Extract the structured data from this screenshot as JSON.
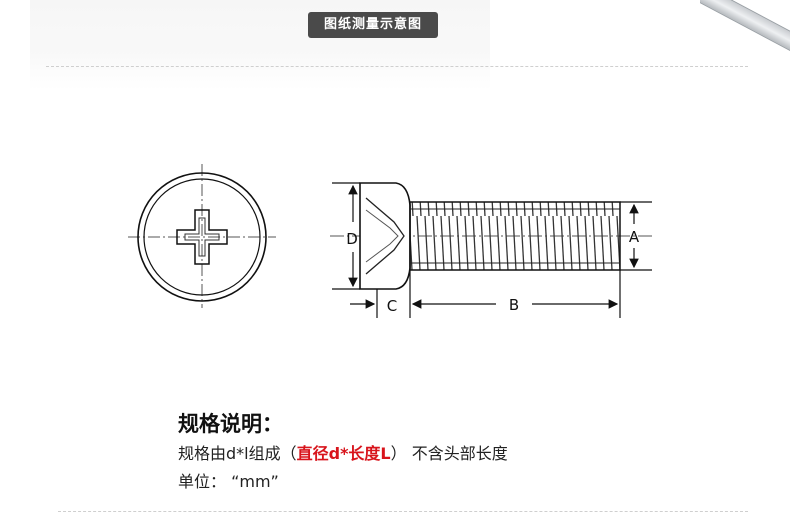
{
  "header": {
    "title": "图纸测量示意图"
  },
  "drawing": {
    "labels": {
      "d": "D",
      "a": "A",
      "c": "C",
      "b": "B"
    }
  },
  "spec": {
    "title": "规格说明：",
    "line1_prefix": "规格由d*l组成（",
    "line1_highlight": "直径d*长度L",
    "line1_suffix": "）  不含头部长度",
    "line2": "单位：  “mm”"
  },
  "colors": {
    "badge_bg": "#4a4a4a",
    "highlight": "#d8141c"
  }
}
